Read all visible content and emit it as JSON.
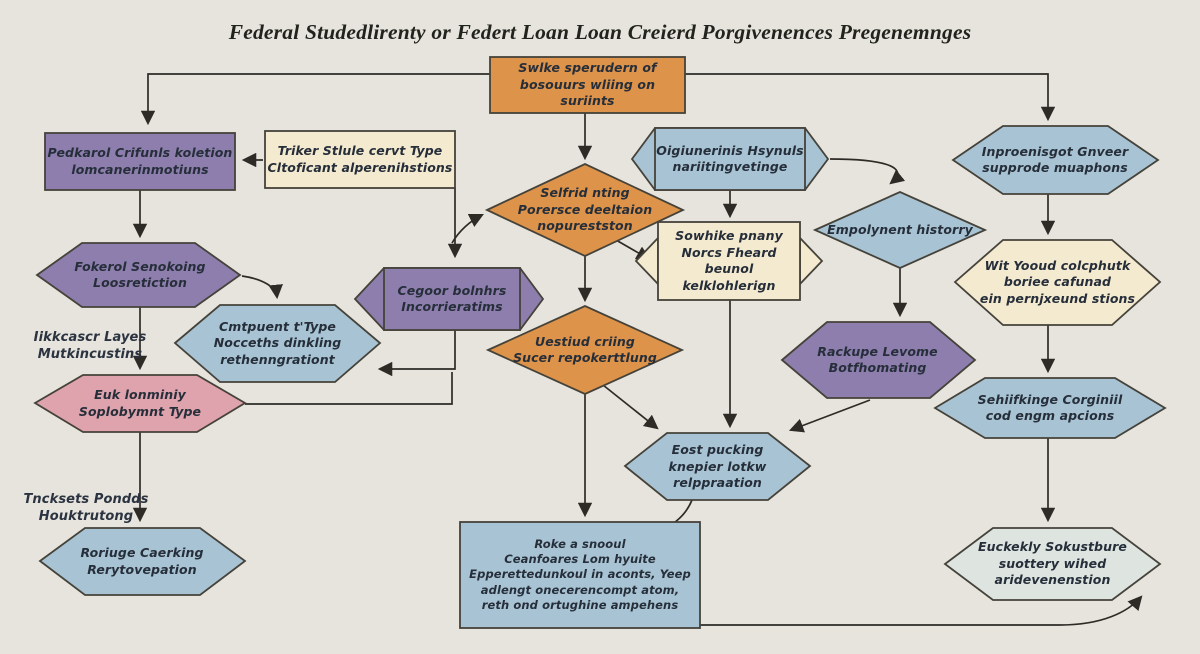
{
  "diagram": {
    "title": "Federal Studedlirenty or Federt Loan Loan Creierd Porgivenences Pregenemnges",
    "colors": {
      "background": "#e6e4dd",
      "orange": "#dd9349",
      "purple": "#8d7ead",
      "cream": "#f4ead0",
      "blue": "#a8c4d4",
      "pink": "#dfa3ad",
      "light_hex": "#dee4e0",
      "stroke": "#45423a",
      "arrow": "#2e2b26",
      "text": "#262e3a"
    },
    "nodes": {
      "top_box": {
        "label": "Swlke sperudern of\nbosouurs wliing on suriints"
      },
      "purple_box": {
        "label": "Pedkarol Crifunls koletion\nlomcanerinmotiuns"
      },
      "cream_box1": {
        "label": "Triker Stlule cervt Type\nCltoficant alperenihstions"
      },
      "oiglunerinis": {
        "label": "Oigiunerinis Hsynuls\nnariitingvetinge"
      },
      "inproenisgot": {
        "label": "Inproenisgot Gnveer\nsupprode muaphons"
      },
      "seifrid": {
        "label": "Selfrid nting\nPorersce deeltaion\nnopurestston"
      },
      "sowhike": {
        "label": "Sowhike pnany\nNorcs Fheard beunol\nkelklohlerign"
      },
      "empolyment": {
        "label": "Empolynent historry"
      },
      "wityooud": {
        "label": "Wit Yooud colcphutk\nboriee cafunad\nein pernjxeund stions"
      },
      "fokerol": {
        "label": "Fokerol Senokoing\nLoosretiction"
      },
      "cegoor": {
        "label": "Cegoor bolnhrs\nIncorrieratims"
      },
      "cmtpuent": {
        "label": "Cmtpuent t'Type\nNocceths dinkling\nrethenngrationt"
      },
      "iikkcascr_label": {
        "label": "Iikkcascr Layes\nMutkincustins"
      },
      "uestiud": {
        "label": "Uestiud criing\nSucer repokerttlung"
      },
      "euk": {
        "label": "Euk lonminiy\nSoplobymnt Type"
      },
      "rackupe": {
        "label": "Rackupe Levome\nBotfhomating"
      },
      "sehiifkinge": {
        "label": "Sehiifkinge Corginiil\ncod engm apcions"
      },
      "eost": {
        "label": "Eost pucking\nknepier lotkw\nrelppraation"
      },
      "tncksets_label": {
        "label": "Tncksets Pondds\nHouktrutong"
      },
      "roriuge": {
        "label": "Roriuge Caerking\nRerytovepation"
      },
      "bottom_box": {
        "label": "Roke a snooul\nCeanfoares Lom hyuite\nEpperettedunkoul in aconts, Yeep\nadlengt onecerencompt atom,\nreth ond ortughine ampehens"
      },
      "euckekly": {
        "label": "Euckekly Sokustbure\nsuottery wihed\naridevenenstion"
      }
    }
  }
}
